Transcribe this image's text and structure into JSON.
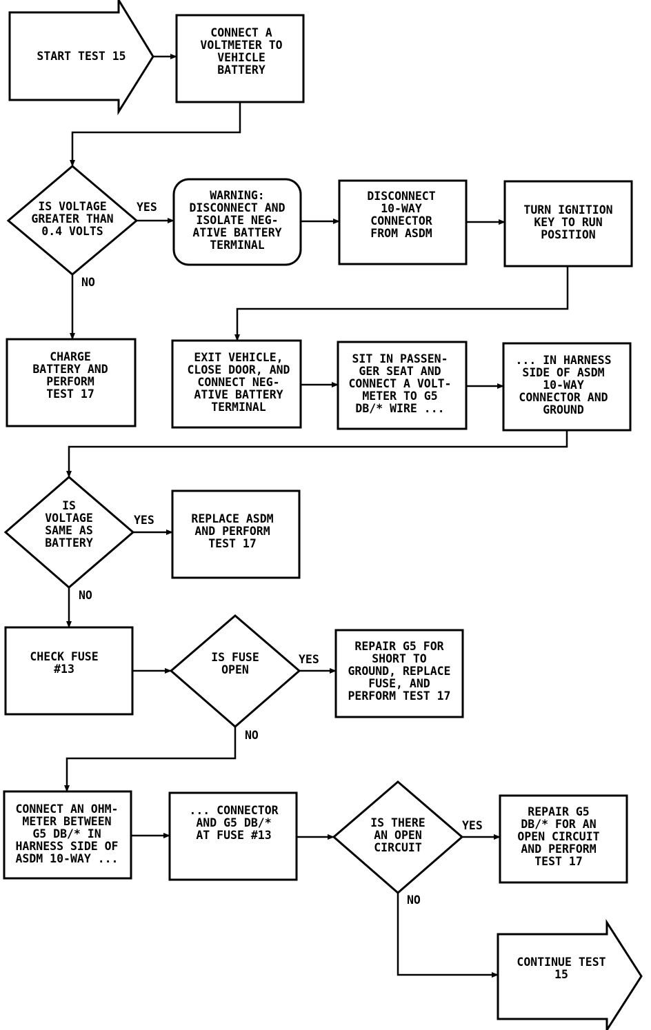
{
  "nodes": {
    "start": [
      "START TEST 15"
    ],
    "connect_voltmeter": [
      "CONNECT A",
      "VOLTMETER TO",
      "VEHICLE",
      "BATTERY"
    ],
    "is_voltage_greater": [
      "IS VOLTAGE",
      "GREATER THAN",
      "0.4 VOLTS"
    ],
    "warning": [
      "WARNING:",
      "DISCONNECT AND",
      "ISOLATE NEG-",
      "ATIVE BATTERY",
      "TERMINAL"
    ],
    "disconnect_10way": [
      "DISCONNECT",
      "10-WAY",
      "CONNECTOR",
      "FROM ASDM"
    ],
    "turn_ignition": [
      "TURN IGNITION",
      "KEY TO RUN",
      "POSITION"
    ],
    "charge_battery": [
      "CHARGE",
      "BATTERY AND",
      "PERFORM",
      "TEST 17"
    ],
    "exit_vehicle": [
      "EXIT VEHICLE,",
      "CLOSE DOOR, AND",
      "CONNECT NEG-",
      "ATIVE BATTERY",
      "TERMINAL"
    ],
    "sit_passenger": [
      "SIT IN PASSEN-",
      "GER SEAT AND",
      "CONNECT A VOLT-",
      "METER TO G5",
      "DB/* WIRE ..."
    ],
    "harness_side": [
      "... IN HARNESS",
      "SIDE OF ASDM",
      "10-WAY",
      "CONNECTOR AND",
      "GROUND"
    ],
    "is_voltage_same": [
      "IS",
      "VOLTAGE",
      "SAME AS",
      "BATTERY"
    ],
    "replace_asdm": [
      "REPLACE ASDM",
      "AND PERFORM",
      "TEST 17"
    ],
    "check_fuse": [
      "CHECK FUSE",
      "#13"
    ],
    "is_fuse_open": [
      "IS FUSE",
      "OPEN"
    ],
    "repair_g5_short": [
      "REPAIR G5 FOR",
      "SHORT TO",
      "GROUND, REPLACE",
      "FUSE, AND",
      "PERFORM TEST 17"
    ],
    "connect_ohmmeter": [
      "CONNECT AN OHM-",
      "METER BETWEEN",
      "G5 DB/* IN",
      "HARNESS SIDE OF",
      "ASDM 10-WAY ..."
    ],
    "connector_g5": [
      "... CONNECTOR",
      "AND G5 DB/*",
      "AT FUSE #13"
    ],
    "is_open_circuit": [
      "IS THERE",
      "AN OPEN",
      "CIRCUIT"
    ],
    "repair_g5_open": [
      "REPAIR G5",
      "DB/* FOR AN",
      "OPEN CIRCUIT",
      "AND PERFORM",
      "TEST 17"
    ],
    "continue": [
      "CONTINUE TEST",
      "15"
    ]
  },
  "edge_labels": {
    "e1_yes": "YES",
    "e1_no": "NO",
    "e2_yes": "YES",
    "e2_no": "NO",
    "e3_yes": "YES",
    "e3_no": "NO",
    "e4_yes": "YES",
    "e4_no": "NO"
  }
}
